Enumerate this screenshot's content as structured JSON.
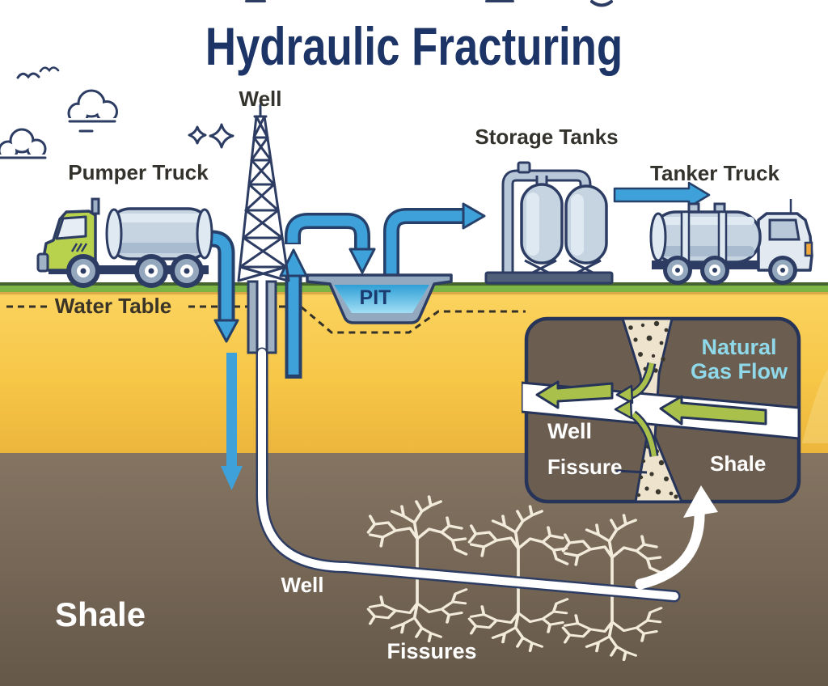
{
  "title": "Hydraulic Fracturing",
  "surface_labels": {
    "pumper_truck": "Pumper Truck",
    "well": "Well",
    "storage_tanks": "Storage Tanks",
    "tanker_truck": "Tanker Truck",
    "pit": "PIT",
    "water_table": "Water Table"
  },
  "underground_labels": {
    "well": "Well",
    "shale": "Shale",
    "fissures": "Fissures"
  },
  "inset_labels": {
    "natural_gas_flow": "Natural Gas Flow",
    "well": "Well",
    "fissure": "Fissure",
    "shale": "Shale"
  },
  "colors": {
    "title_navy": "#1d3467",
    "outline_navy": "#2d3c63",
    "flow_arrow_blue": "#3ea1da",
    "grass_green": "#7cb446",
    "soil_yellow": "#f7c94b",
    "shale_brown": "#79695a",
    "pit_water_blue": "#59bce8",
    "truck_cab_green": "#b9d24e",
    "tank_gray_blue": "#c6d4e2",
    "gas_arrow_green": "#a9c14b",
    "inset_heading_cyan": "#8fd9ea"
  }
}
